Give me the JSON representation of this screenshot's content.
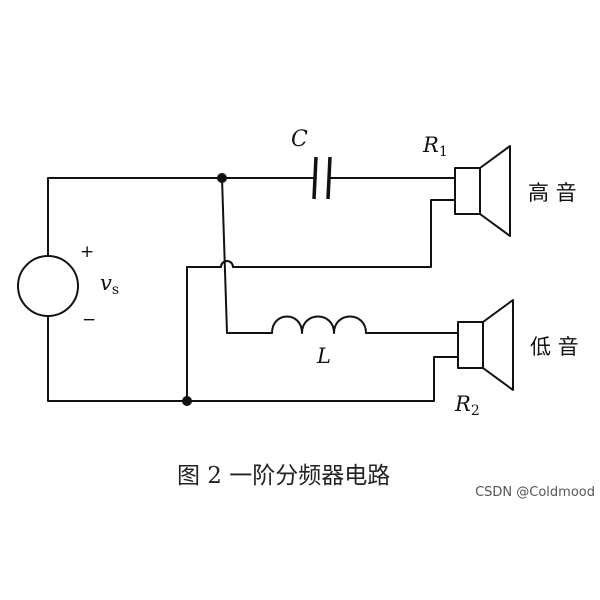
{
  "source": {
    "symbol": "v",
    "subscript": "s",
    "plus": "+",
    "minus": "−"
  },
  "capacitor": {
    "label": "C"
  },
  "inductor": {
    "label": "L"
  },
  "resistor_top": {
    "symbol": "R",
    "subscript": "1"
  },
  "resistor_bottom": {
    "symbol": "R",
    "subscript": "2"
  },
  "speaker_top": {
    "label": "高 音"
  },
  "speaker_bottom": {
    "label": "低 音"
  },
  "caption": "图 2 一阶分频器电路",
  "watermark": "CSDN @Coldmood"
}
